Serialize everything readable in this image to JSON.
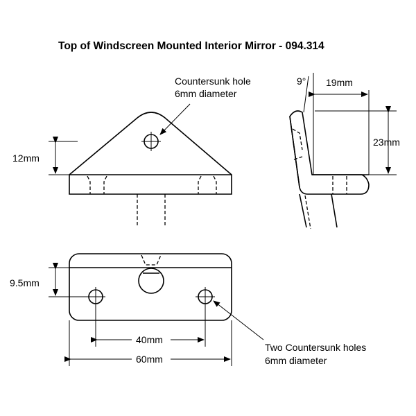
{
  "title": "Top of Windscreen Mounted Interior Mirror - 094.314",
  "labels": {
    "countersunk_line1": "Countersunk hole",
    "countersunk_line2": "6mm diameter",
    "dim_12mm": "12mm",
    "angle_9deg": "9°",
    "dim_19mm": "19mm",
    "dim_23mm": "23mm",
    "dim_9_5mm": "9.5mm",
    "dim_40mm": "40mm",
    "dim_60mm": "60mm",
    "two_holes_line1": "Two Countersunk holes",
    "two_holes_line2": "6mm diameter"
  },
  "colors": {
    "line": "#000000",
    "background": "#ffffff"
  }
}
